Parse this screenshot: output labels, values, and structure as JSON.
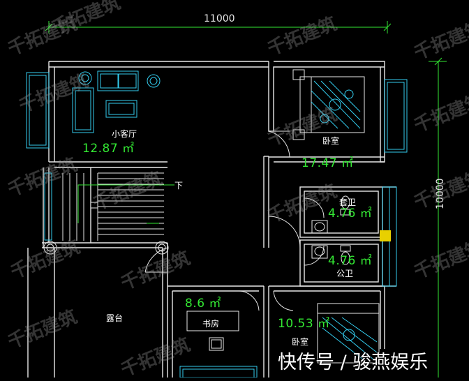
{
  "dimensions": {
    "top": "11000",
    "right": "10000"
  },
  "rooms": {
    "small_living": {
      "name": "小客厅",
      "area": "12.87 ㎡"
    },
    "bedroom_main": {
      "name": "卧室",
      "area": "17.47 ㎡"
    },
    "ensuite_bath": {
      "name": "套卫",
      "area": "4.76 ㎡"
    },
    "public_bath": {
      "name": "公卫",
      "area": "4.76 ㎡"
    },
    "study": {
      "name": "书房",
      "area": "8.6 ㎡"
    },
    "bedroom_second": {
      "name": "卧室",
      "area": "10.53 ㎡"
    },
    "terrace": {
      "name": "露台"
    }
  },
  "stair_label": "下",
  "watermark": "千拓建筑",
  "source_credit": "快传号 / 骏燕娱乐",
  "colors": {
    "background": "#000000",
    "wall": "#e8e8e8",
    "dimension": "#33e833",
    "furniture": "#33ccee",
    "area_text": "#33e833",
    "window": "#33ccee",
    "highlight": "#e8d000"
  }
}
